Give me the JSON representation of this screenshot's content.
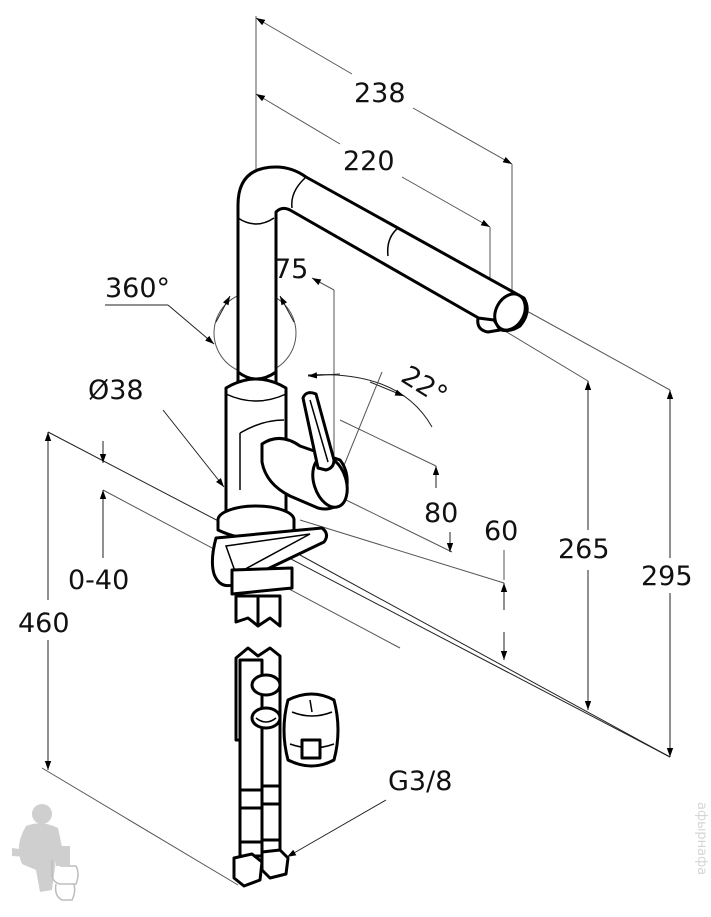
{
  "diagram": {
    "title": "Kitchen faucet dimension drawing",
    "dimensions": {
      "spout_reach_outer": "238",
      "spout_reach_inner": "220",
      "swivel_angle": "360°",
      "spout_offset": "75",
      "lever_angle": "22°",
      "body_diameter": "Ø38",
      "lever_height": "80",
      "body_height": "60",
      "outlet_height": "265",
      "total_height": "295",
      "deck_thickness": "0-40",
      "hose_length": "460",
      "connection_thread": "G3/8"
    },
    "watermark": "афырнафа",
    "colors": {
      "line": "#000000",
      "dimension_line": "#555555",
      "watermark": "#d6d6d6"
    }
  }
}
